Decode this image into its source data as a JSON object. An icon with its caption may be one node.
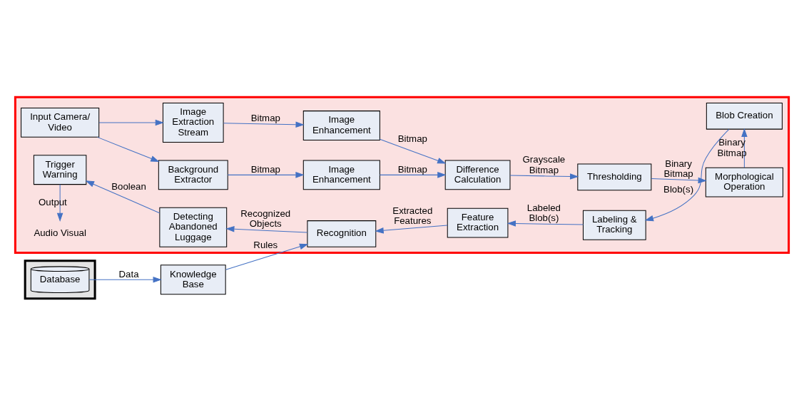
{
  "diagram": {
    "nodes": [
      {
        "text": [],
        "shape": "box"
      },
      {
        "text": [
          "Input Camera/ Video"
        ],
        "in": 0
      },
      {
        "text": [
          "Background Extractor"
        ],
        "in": 0
      },
      {
        "text": [
          "Image Extraction Stream"
        ],
        "in": 0
      },
      {
        "text": [
          "Image Enhancement"
        ],
        "in": 0
      },
      {
        "text": [
          "Image Enhancement"
        ],
        "in": 0
      },
      {
        "text": [
          "Difference Calculation"
        ],
        "in": 0
      },
      {
        "text": [
          "Thresholding"
        ],
        "in": 0
      },
      {
        "text": [
          "Morphological Operation"
        ],
        "in": 0
      },
      {
        "text": [
          "Blob Creation"
        ],
        "in": 0
      },
      {
        "text": [
          "Labeling & Tracking"
        ],
        "in": 0
      },
      {
        "text": [
          "Feature Extraction"
        ],
        "in": 0
      },
      {
        "text": [
          "Recognition"
        ],
        "in": 0
      },
      {
        "text": [
          "Detecting Abandoned Luggage"
        ],
        "in": 0
      },
      {
        "text": [
          "Trigger Warning"
        ],
        "in": 0
      },
      {
        "text": [
          "Audio Visual"
        ],
        "in": 0
      },
      {
        "text": [
          "Knowledge Base"
        ]
      },
      {
        "text": [],
        "shape": "box"
      },
      {
        "text": [
          "Database"
        ],
        "in": 17
      }
    ],
    "edges": [
      {
        "from": 1,
        "to": 2,
        "arrow": "to"
      },
      {
        "from": 1,
        "to": 3,
        "arrow": "to"
      },
      {
        "from": 2,
        "to": 4,
        "arrow": "to",
        "label": "Bitmap"
      },
      {
        "from": 3,
        "to": 5,
        "arrow": "to",
        "label": "Bitmap"
      },
      {
        "from": 4,
        "to": 6,
        "arrow": "to",
        "label": "Bitmap"
      },
      {
        "from": 5,
        "to": 6,
        "arrow": "to",
        "label": "Bitmap"
      },
      {
        "from": 6,
        "to": 7,
        "arrow": "to",
        "label": "Grayscale Bitmap"
      },
      {
        "from": 7,
        "to": 8,
        "arrow": "to",
        "label": "Binary Bitmap"
      },
      {
        "from": 8,
        "to": 9,
        "arrow": "to",
        "label": "Binary Bitmap"
      },
      {
        "from": 9,
        "to": 10,
        "arrow": "to",
        "label": "Blob(s)"
      },
      {
        "from": 10,
        "to": 11,
        "arrow": "to",
        "label": "Labeled Blob(s)"
      },
      {
        "from": 11,
        "to": 12,
        "arrow": "to",
        "label": "Extracted Features"
      },
      {
        "from": 12,
        "to": 13,
        "arrow": "to",
        "label": "Recognized Objects"
      },
      {
        "from": 13,
        "to": 14,
        "arrow": "to",
        "label": "Boolean"
      },
      {
        "from": 14,
        "to": 15,
        "arrow": "to",
        "label": "Output"
      },
      {
        "from": 16,
        "to": 12,
        "arrow": "to",
        "label": "Rules"
      },
      {
        "from": 18,
        "to": 16,
        "arrow": "to",
        "label": "Data"
      }
    ]
  }
}
